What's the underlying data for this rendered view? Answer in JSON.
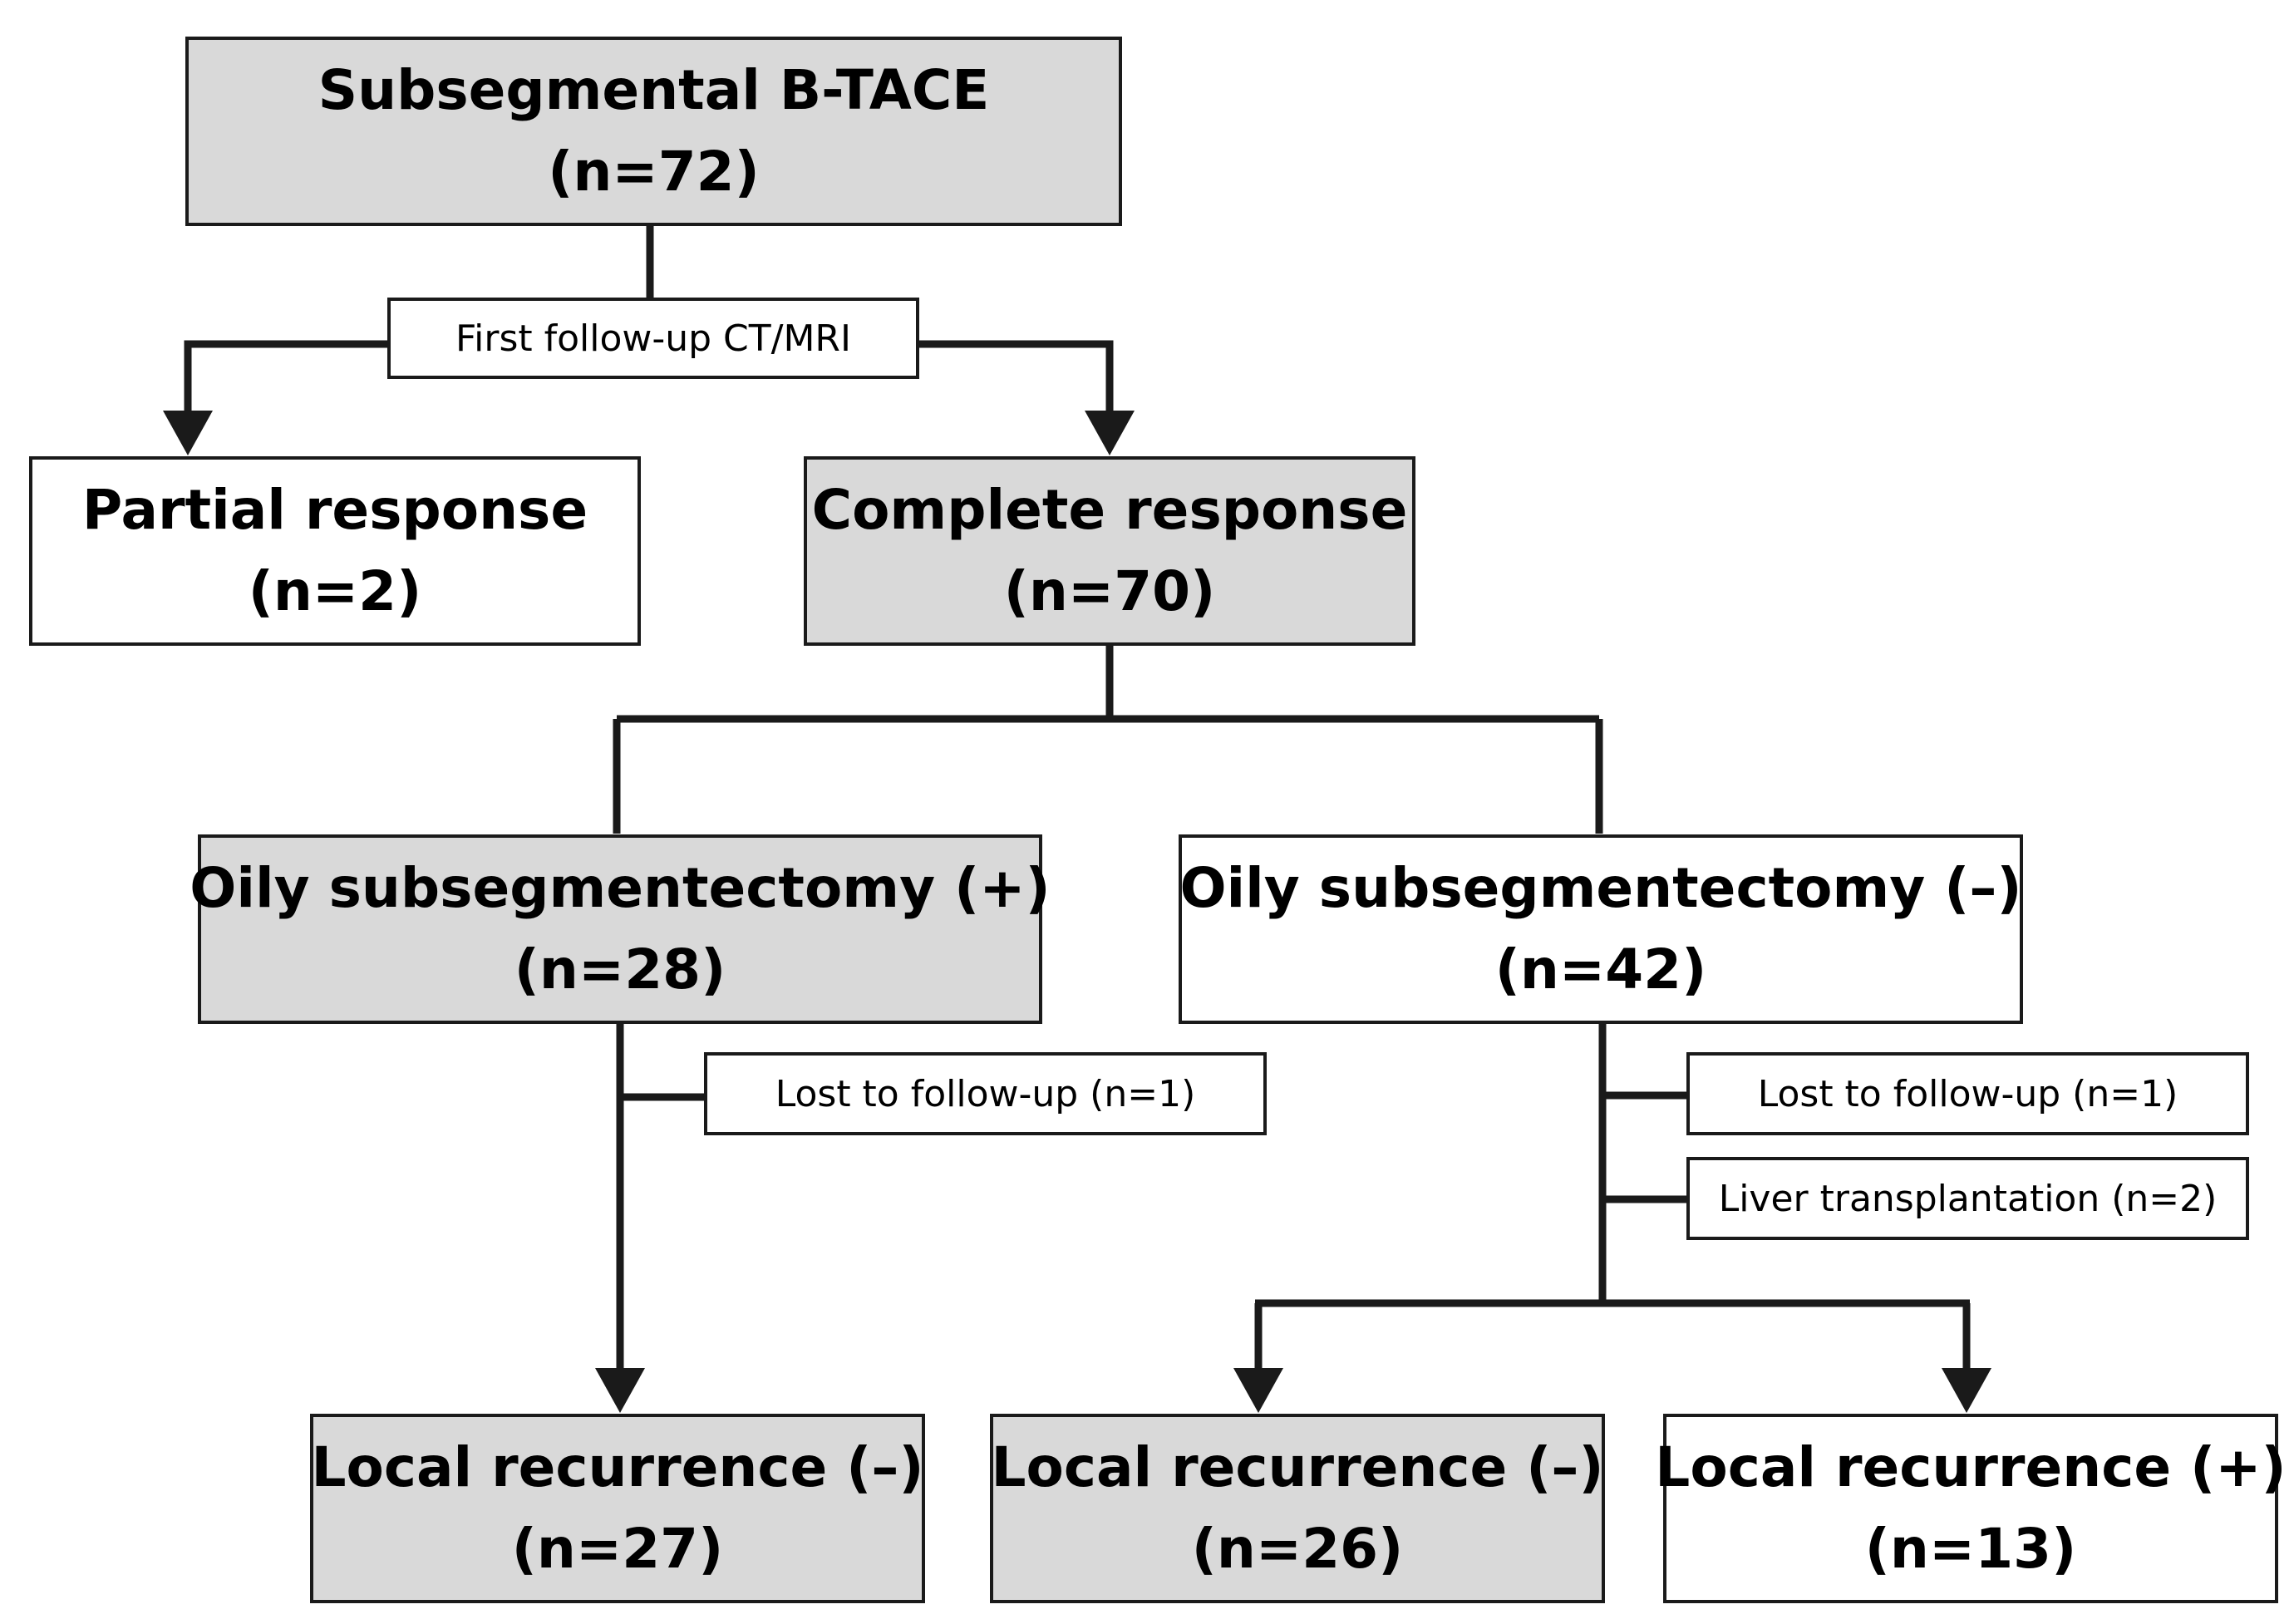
{
  "flowchart": {
    "root": {
      "title": "Subsegmental B-TACE",
      "count": "(n=72)"
    },
    "first_followup_label": "First follow-up CT/MRI",
    "partial_response": {
      "title": "Partial response",
      "count": "(n=2)"
    },
    "complete_response": {
      "title": "Complete response",
      "count": "(n=70)"
    },
    "oily_positive": {
      "title": "Oily subsegmentectomy (+)",
      "count": "(n=28)"
    },
    "oily_negative": {
      "title": "Oily subsegmentectomy (–)",
      "count": "(n=42)"
    },
    "lost_followup_positive_label": "Lost to follow-up (n=1)",
    "lost_followup_negative_label": "Lost to follow-up (n=1)",
    "liver_transplant_label": "Liver transplantation (n=2)",
    "recurrence_neg_from_positive": {
      "title": "Local recurrence (–)",
      "count": "(n=27)"
    },
    "recurrence_neg_from_negative": {
      "title": "Local recurrence (–)",
      "count": "(n=26)"
    },
    "recurrence_pos_from_negative": {
      "title": "Local recurrence (+)",
      "count": "(n=13)"
    }
  },
  "colors": {
    "shaded_box": "#d9d9d9",
    "plain_box": "#ffffff",
    "stroke": "#1a1a1a"
  }
}
